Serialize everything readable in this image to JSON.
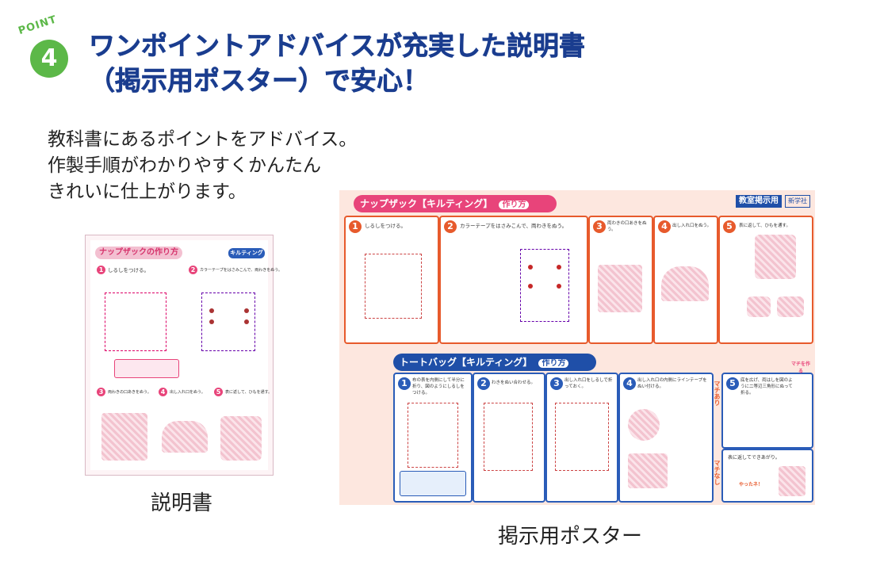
{
  "point": {
    "label": "POINT",
    "number": "4"
  },
  "headline": {
    "line1": "ワンポイントアドバイスが充実した説明書",
    "line2": "（掲示用ポスター）で安心！"
  },
  "description": [
    "教科書にあるポイントをアドバイス。",
    "作製手順がわかりやすくかんたん",
    "きれいに仕上がります。"
  ],
  "captions": {
    "manual": "説明書",
    "poster": "掲示用ポスター"
  },
  "manual": {
    "title": "ナップザックの作り方",
    "tag": "キルティング",
    "steps": [
      "しるしをつける。",
      "カラーテープをはさみこんで、両わきをぬう。",
      "両わきの口あきをぬう。",
      "出し入れ口をぬう。",
      "表に返して、ひもを通す。"
    ]
  },
  "poster": {
    "title1": "ナップザック【キルティング】",
    "title1_tag": "作り方",
    "label_top": "教室掲示用",
    "publisher": "新学社",
    "title2": "トートバッグ【キルティング】",
    "title2_tag": "作り方",
    "steps1": [
      {
        "n": "1",
        "t": "しるしをつける。"
      },
      {
        "n": "2",
        "t": "カラーテープをはさみこんで、両わきをぬう。"
      },
      {
        "n": "3",
        "t": "両わきの口あきをぬう。"
      },
      {
        "n": "4",
        "t": "出し入れ口をぬう。"
      },
      {
        "n": "5",
        "t": "表に返して、ひもを通す。"
      }
    ],
    "steps2": [
      {
        "n": "1",
        "t": "布の表を内側にして半分に折り、図のようにしるしをつける。"
      },
      {
        "n": "2",
        "t": "わきをぬい合わせる。"
      },
      {
        "n": "3",
        "t": "出し入れ口をしるしで折っておく。"
      },
      {
        "n": "4",
        "t": "出し入れ口の内側にラインテープをぬい付ける。"
      },
      {
        "n": "5",
        "t": "底を広げ、両はしを図のように二等辺三角形にぬって折る。"
      }
    ],
    "side_labels": [
      "マチあり",
      "マチなし"
    ],
    "machi": "マチを作る",
    "done": "表に返してできあがり。",
    "yatta": "やったネ！"
  }
}
